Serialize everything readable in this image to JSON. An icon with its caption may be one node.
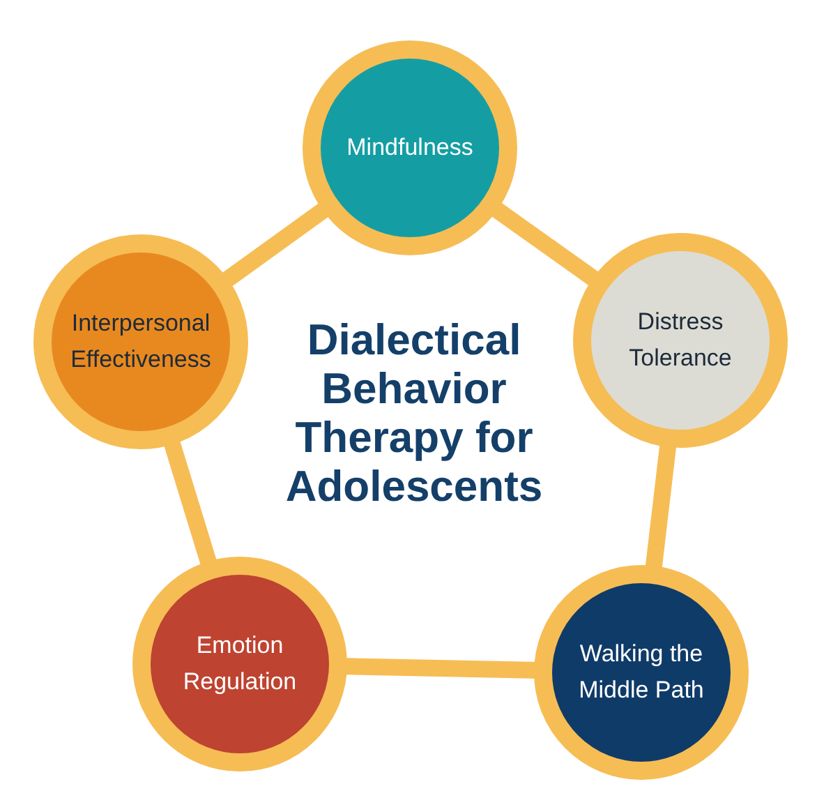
{
  "diagram": {
    "title": "Dialectical Behavior Therapy for Adolescents",
    "nodes": [
      {
        "text": [
          "Mindfulness"
        ]
      },
      {
        "text": [
          "Distress Tolerance"
        ]
      },
      {
        "text": [
          "Walking the Middle Path"
        ]
      },
      {
        "text": [
          "Emotion Regulation"
        ]
      },
      {
        "text": [
          "Interpersonal Effectiveness"
        ]
      }
    ],
    "edges": [
      {
        "from": 0,
        "to": 1,
        "arrow": "none"
      },
      {
        "from": 1,
        "to": 2,
        "arrow": "none"
      },
      {
        "from": 2,
        "to": 3,
        "arrow": "none"
      },
      {
        "from": 3,
        "to": 4,
        "arrow": "none"
      },
      {
        "from": 4,
        "to": 0,
        "arrow": "none"
      }
    ]
  }
}
